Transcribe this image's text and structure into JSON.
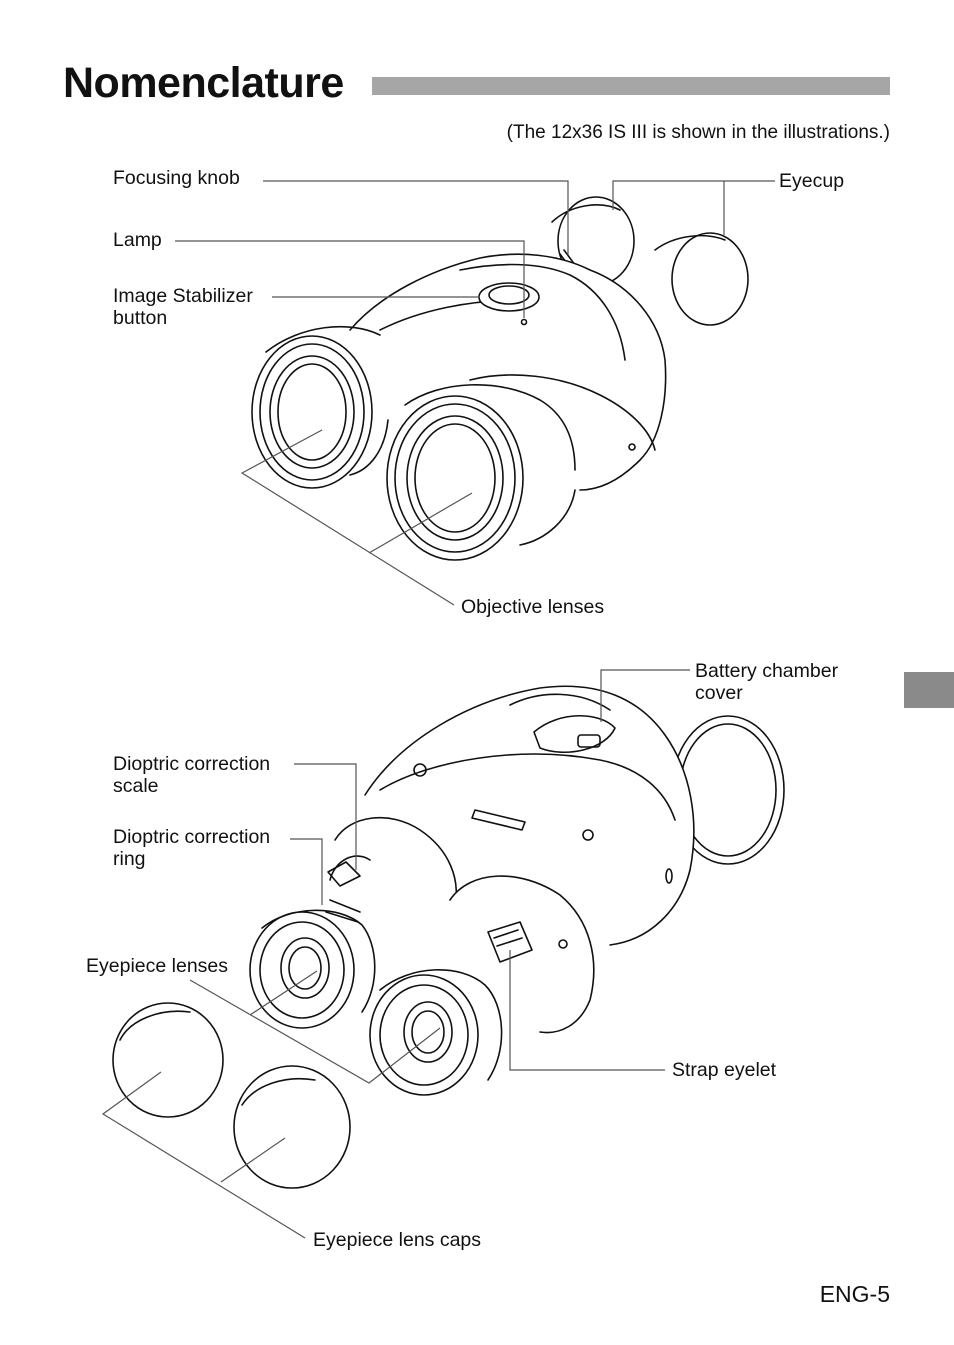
{
  "page": {
    "title": "Nomenclature",
    "note": "(The 12x36 IS III is shown in the illustrations.)",
    "page_number": "ENG-5"
  },
  "top_view": {
    "labels": {
      "focusing_knob": "Focusing knob",
      "lamp": "Lamp",
      "is_button_line1": "Image Stabilizer",
      "is_button_line2": "button",
      "eyecup": "Eyecup",
      "objective_lenses": "Objective lenses"
    }
  },
  "bottom_view": {
    "labels": {
      "battery_cover_line1": "Battery chamber",
      "battery_cover_line2": "cover",
      "dioptric_scale_line1": "Dioptric correction",
      "dioptric_scale_line2": "scale",
      "dioptric_ring_line1": "Dioptric correction",
      "dioptric_ring_line2": "ring",
      "eyepiece_lenses": "Eyepiece lenses",
      "strap_eyelet": "Strap eyelet",
      "eyepiece_lens_caps": "Eyepiece lens caps"
    }
  },
  "colors": {
    "title_bar": "#a6a6a6",
    "side_tab": "#8a8a8a",
    "leader_line": "#555555"
  }
}
